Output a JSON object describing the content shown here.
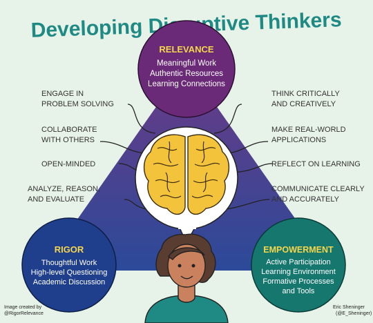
{
  "title": "Developing Disruptive Thinkers",
  "colors": {
    "background": "#e7f3e8",
    "title": "#1f8a84",
    "relevance_circle": "#6a2a78",
    "rigor_circle": "#1f3f8d",
    "empowerment_circle": "#16776f",
    "accent_label": "#f6d64a",
    "brain": "#f3c43b"
  },
  "relevance": {
    "label": "RELEVANCE",
    "items": [
      "Meaningful Work",
      "Authentic Resources",
      "Learning Connections"
    ]
  },
  "rigor": {
    "label": "RIGOR",
    "items": [
      "Thoughtful Work",
      "High-level Questioning",
      "Academic Discussion"
    ]
  },
  "empowerment": {
    "label": "EMPOWERMENT",
    "items": [
      "Active Participation",
      "Learning Environment",
      "Formative Processes",
      "and Tools"
    ]
  },
  "left_skills": [
    [
      "ENGAGE IN",
      "PROBLEM SOLVING"
    ],
    [
      "COLLABORATE",
      "WITH OTHERS"
    ],
    [
      "OPEN-MINDED"
    ],
    [
      "ANALYZE, REASON,",
      "AND EVALUATE"
    ]
  ],
  "right_skills": [
    [
      "THINK CRITICALLY",
      "AND CREATIVELY"
    ],
    [
      "MAKE REAL-WORLD",
      "APPLICATIONS"
    ],
    [
      "REFLECT ON LEARNING"
    ],
    [
      "COMMUNICATE CLEARLY",
      "AND ACCURATELY"
    ]
  ],
  "credit_left": [
    "Image created by",
    "@RigorRelevance"
  ],
  "credit_right": [
    "Eric Sheninger",
    "(@E_Sheninger)"
  ]
}
